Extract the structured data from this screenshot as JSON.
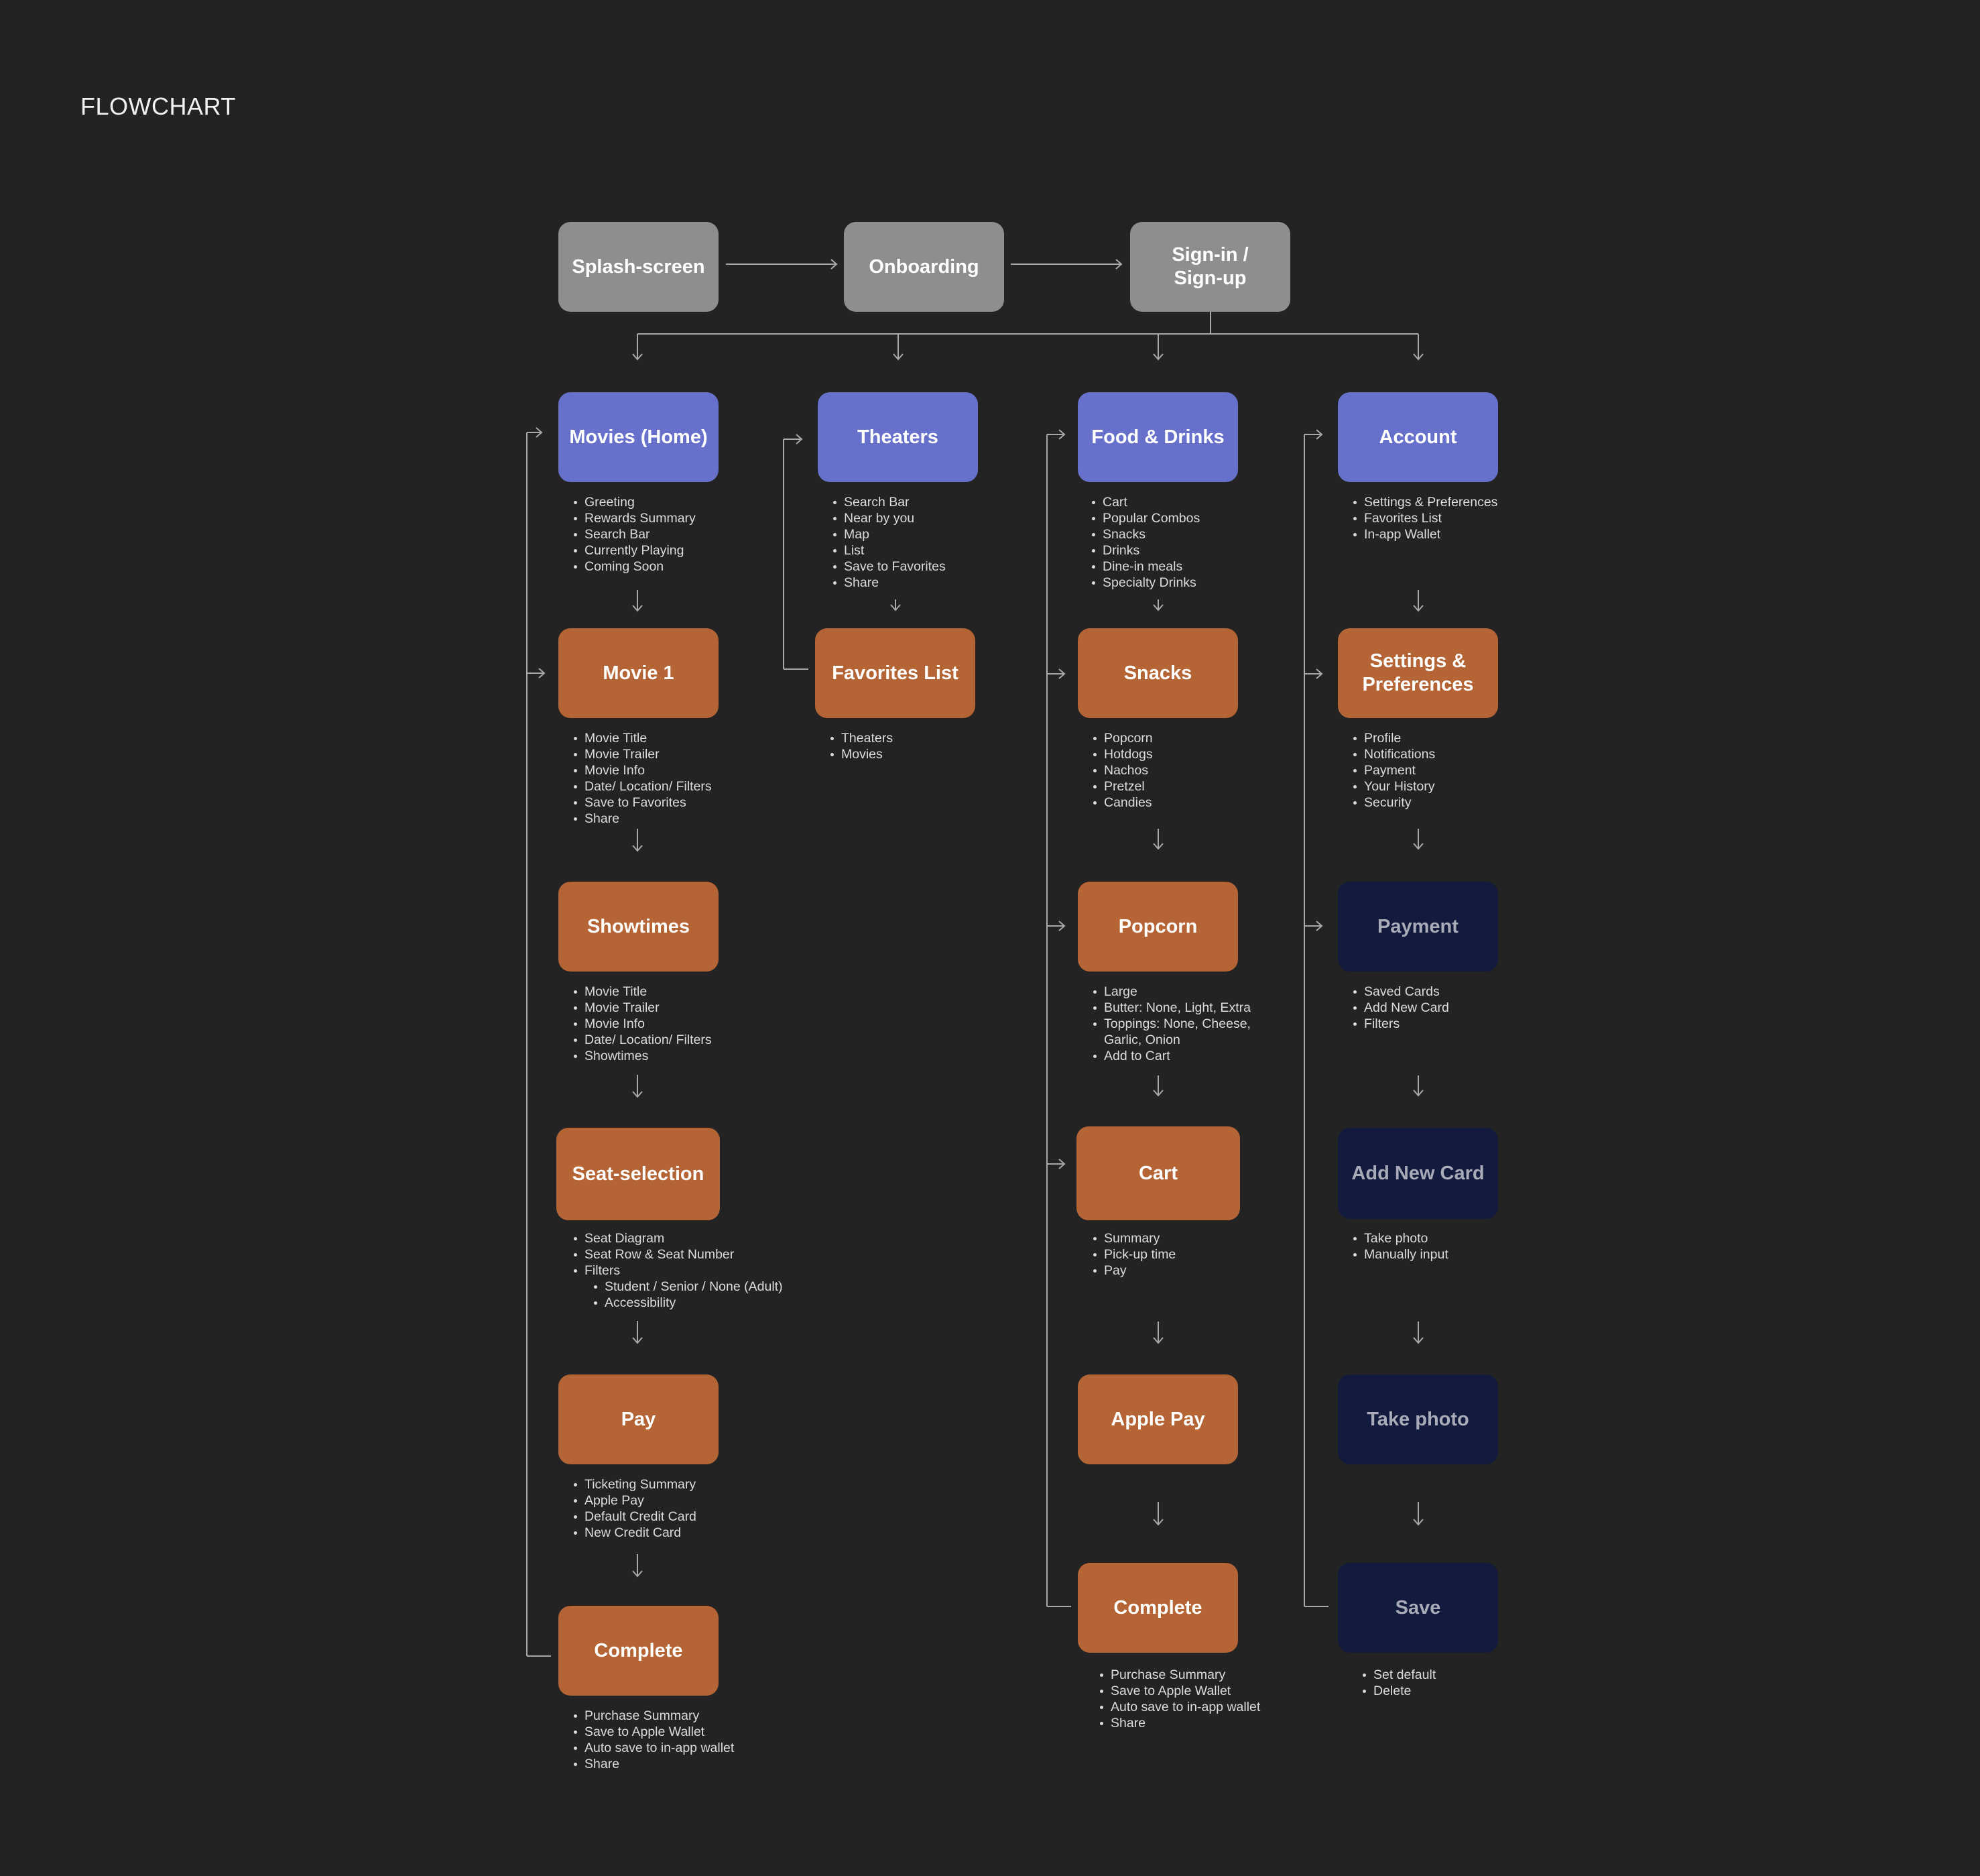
{
  "title": "FLOWCHART",
  "colors": {
    "background": "#232323",
    "entry_node": "#8e8e8e",
    "section_node": "#6771cb",
    "screen_node": "#b56435",
    "wallet_node": "#121a3d",
    "connector": "#a8a8a8"
  },
  "entry": {
    "splash": "Splash-screen",
    "onboarding": "Onboarding",
    "signin_line1": "Sign-in /",
    "signin_line2": "Sign-up"
  },
  "movies": {
    "home": {
      "label": "Movies (Home)",
      "items": [
        "Greeting",
        "Rewards Summary",
        "Search Bar",
        "Currently Playing",
        "Coming Soon"
      ]
    },
    "movie1": {
      "label": "Movie 1",
      "items": [
        "Movie Title",
        "Movie Trailer",
        "Movie Info",
        "Date/ Location/ Filters",
        "Save to Favorites",
        "Share"
      ]
    },
    "showtimes": {
      "label": "Showtimes",
      "items": [
        "Movie Title",
        "Movie Trailer",
        "Movie Info",
        "Date/ Location/ Filters",
        "Showtimes"
      ]
    },
    "seat": {
      "label": "Seat-selection",
      "items": [
        "Seat Diagram",
        "Seat Row & Seat Number",
        "Filters"
      ],
      "sub_items": [
        "Student / Senior / None (Adult)",
        "Accessibility"
      ]
    },
    "pay": {
      "label": "Pay",
      "items": [
        "Ticketing Summary",
        "Apple Pay",
        "Default Credit Card",
        "New Credit Card"
      ]
    },
    "complete": {
      "label": "Complete",
      "items": [
        "Purchase Summary",
        "Save to Apple Wallet",
        "Auto save to in-app wallet",
        "Share"
      ]
    }
  },
  "theaters": {
    "home": {
      "label": "Theaters",
      "items": [
        "Search Bar",
        "Near by you",
        "Map",
        "List",
        "Save to Favorites",
        "Share"
      ]
    },
    "favorites": {
      "label": "Favorites List",
      "items": [
        "Theaters",
        "Movies"
      ]
    }
  },
  "food": {
    "home": {
      "label": "Food & Drinks",
      "items": [
        "Cart",
        "Popular Combos",
        "Snacks",
        "Drinks",
        "Dine-in meals",
        "Specialty Drinks"
      ]
    },
    "snacks": {
      "label": "Snacks",
      "items": [
        "Popcorn",
        "Hotdogs",
        "Nachos",
        "Pretzel",
        "Candies"
      ]
    },
    "popcorn": {
      "label": "Popcorn",
      "items": [
        "Large",
        "Butter: None, Light, Extra",
        "Toppings: None, Cheese,",
        "Add to Cart"
      ],
      "wrap_line": "Garlic, Onion"
    },
    "cart": {
      "label": "Cart",
      "items": [
        "Summary",
        "Pick-up time",
        "Pay"
      ]
    },
    "applepay": {
      "label": "Apple Pay"
    },
    "complete": {
      "label": "Complete",
      "items": [
        "Purchase Summary",
        "Save to Apple Wallet",
        "Auto save to in-app wallet",
        "Share"
      ]
    }
  },
  "account": {
    "home": {
      "label": "Account",
      "items": [
        "Settings & Preferences",
        "Favorites List",
        "In-app Wallet"
      ]
    },
    "settings": {
      "label_line1": "Settings &",
      "label_line2": "Preferences",
      "items": [
        "Profile",
        "Notifications",
        "Payment",
        "Your History",
        "Security"
      ]
    },
    "payment": {
      "label": "Payment",
      "items": [
        "Saved Cards",
        "Add New Card",
        "Filters"
      ]
    },
    "addcard": {
      "label": "Add New Card",
      "items": [
        "Take photo",
        "Manually input"
      ]
    },
    "takephoto": {
      "label": "Take photo"
    },
    "save": {
      "label": "Save",
      "items": [
        "Set default",
        "Delete"
      ]
    }
  }
}
